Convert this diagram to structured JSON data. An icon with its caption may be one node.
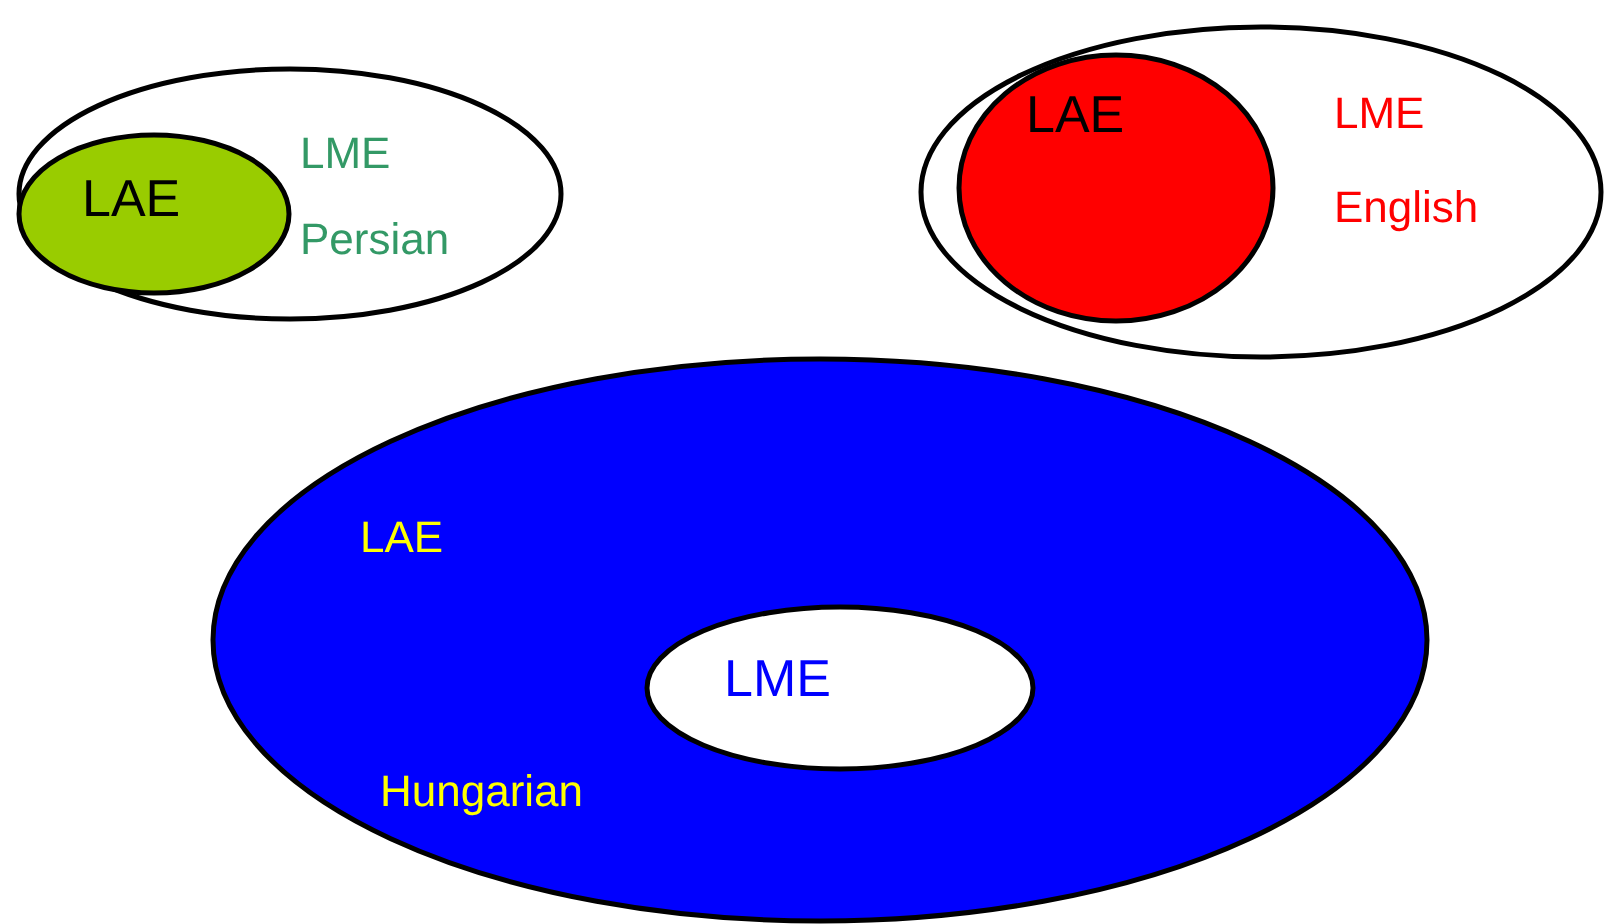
{
  "diagram": {
    "nodes": [
      {
        "text": [
          "LME",
          "Persian"
        ]
      },
      {
        "text": [
          "LAE"
        ],
        "in": 0
      },
      {
        "text": [
          "LME",
          "English"
        ]
      },
      {
        "text": [
          "LAE"
        ],
        "in": 2
      },
      {
        "text": [
          "LAE",
          "Hungarian"
        ]
      },
      {
        "text": [
          "LME"
        ],
        "in": 4
      }
    ]
  }
}
